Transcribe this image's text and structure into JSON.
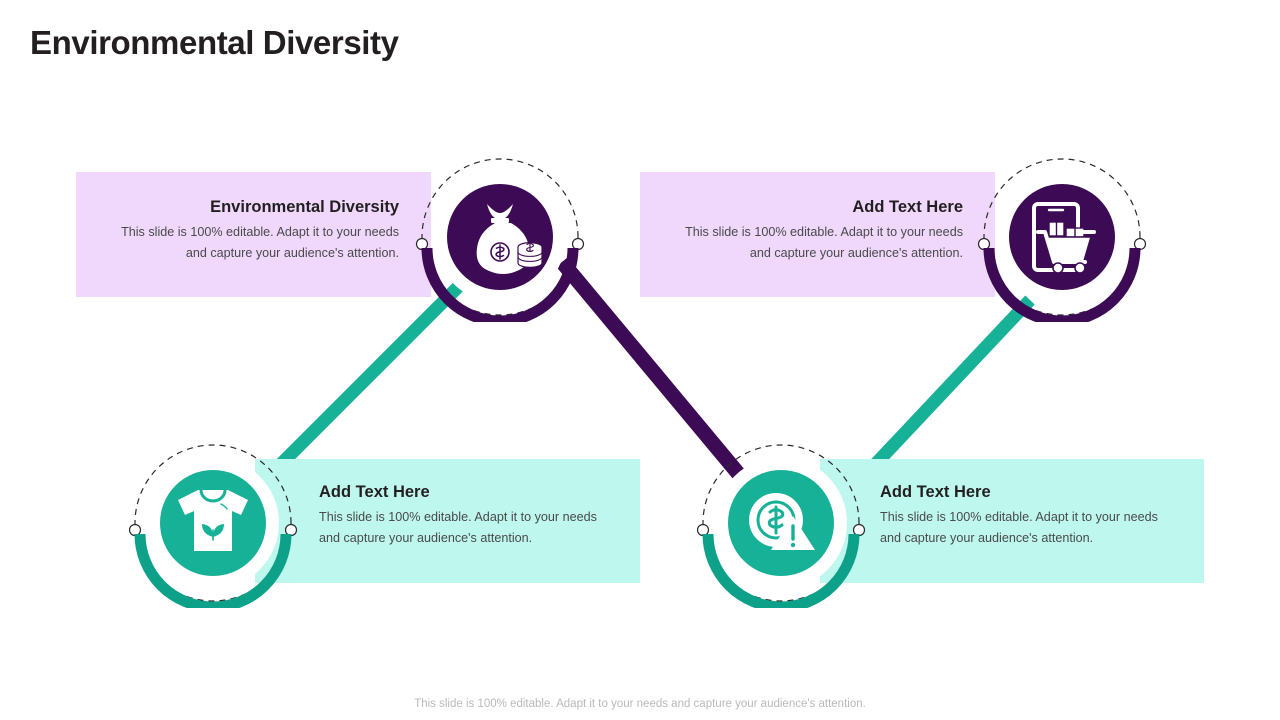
{
  "slide": {
    "title": "Environmental Diversity",
    "footer": "This slide is 100% editable. Adapt it to your needs and capture your audience's attention."
  },
  "theme": {
    "purple_dark": "#3d0b55",
    "purple_light_bg": "#efd8fb",
    "teal": "#17b197",
    "teal_dark": "#0ea189",
    "mint_bg": "#bdf7ee",
    "title_color": "#231f20",
    "body_color": "#4a4a4a",
    "footer_color": "#b9b9bd",
    "white": "#ffffff"
  },
  "nodes": [
    {
      "id": "node-1",
      "icon": "money-bag-icon",
      "color": "#3d0b55",
      "box": {
        "title": "Environmental Diversity",
        "body": "This slide is 100% editable. Adapt it to your needs and capture your audience's attention.",
        "align": "right",
        "background": "#efd8fb"
      }
    },
    {
      "id": "node-2",
      "icon": "mobile-shopping-cart-icon",
      "color": "#3d0b55",
      "box": {
        "title": "Add Text Here",
        "body": "This slide is 100% editable. Adapt it to your needs and capture your audience's attention.",
        "align": "right",
        "background": "#efd8fb"
      }
    },
    {
      "id": "node-3",
      "icon": "eco-tshirt-icon",
      "color": "#17b197",
      "box": {
        "title": "Add Text Here",
        "body": "This slide is 100% editable. Adapt it to your needs and capture your audience's attention.",
        "align": "left",
        "background": "#bdf7ee"
      }
    },
    {
      "id": "node-4",
      "icon": "dollar-warning-icon",
      "color": "#17b197",
      "box": {
        "title": "Add Text Here",
        "body": "This slide is 100% editable. Adapt it to your needs and capture your audience's attention.",
        "align": "left",
        "background": "#bdf7ee"
      }
    }
  ],
  "connectors": [
    {
      "id": "connector-node1-node3",
      "from": "node-1",
      "to": "node-3",
      "color": "#17b197"
    },
    {
      "id": "connector-node1-node4",
      "from": "node-1",
      "to": "node-4",
      "color": "#3d0b55"
    },
    {
      "id": "connector-node4-node2",
      "from": "node-4",
      "to": "node-2",
      "color": "#17b197"
    }
  ]
}
